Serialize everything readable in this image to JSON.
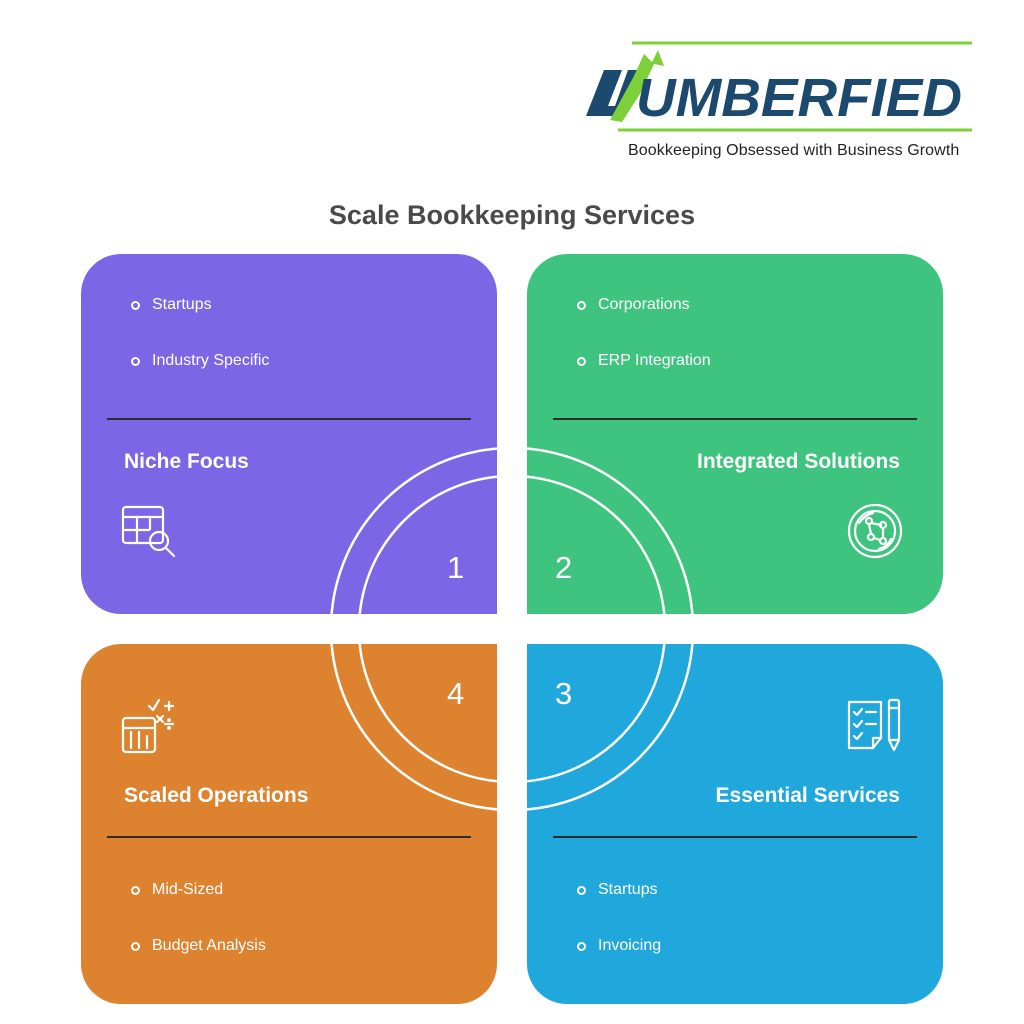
{
  "brand": {
    "name": "NUMBERFIED",
    "name_rest": "UMBERFIED",
    "tagline": "Bookkeeping Obsessed with Business Growth",
    "colors": {
      "navy": "#1c4a6e",
      "green": "#7ed03a"
    }
  },
  "title": "Scale Bookkeeping Services",
  "quadrants": [
    {
      "number": "1",
      "heading": "Niche Focus",
      "items": [
        "Startups",
        "Industry Specific"
      ],
      "icon": "table-search-icon",
      "color": "#7b66e6"
    },
    {
      "number": "2",
      "heading": "Integrated Solutions",
      "items": [
        "Corporations",
        "ERP Integration"
      ],
      "icon": "network-circle-icon",
      "color": "#3ec47f"
    },
    {
      "number": "3",
      "heading": "Essential Services",
      "items": [
        "Startups",
        "Invoicing"
      ],
      "icon": "checklist-pen-icon",
      "color": "#20a8dc"
    },
    {
      "number": "4",
      "heading": "Scaled Operations",
      "items": [
        "Mid-Sized",
        "Budget Analysis"
      ],
      "icon": "calculator-chart-icon",
      "color": "#dd8330"
    }
  ]
}
